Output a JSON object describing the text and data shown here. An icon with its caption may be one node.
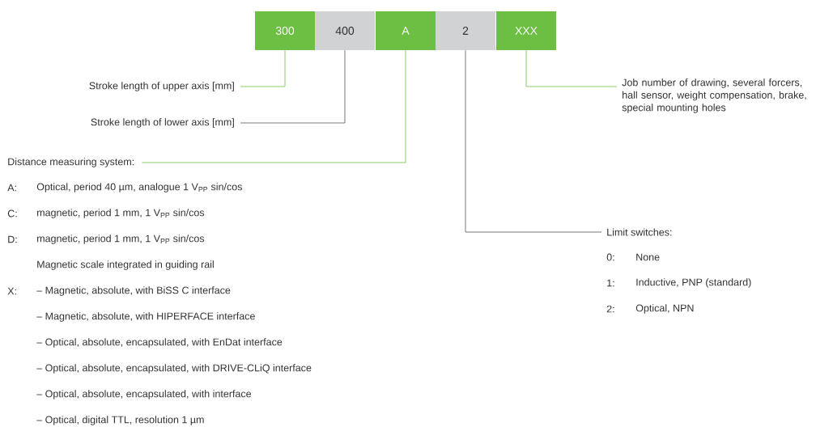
{
  "diagram": {
    "nodes": [
      {
        "text": [
          "300"
        ]
      },
      {
        "text": [
          "400"
        ]
      },
      {
        "text": [
          "A"
        ]
      },
      {
        "text": [
          "2"
        ]
      },
      {
        "text": [
          "XXX"
        ]
      },
      {
        "text": [
          "Stroke length of upper axis [mm]"
        ]
      },
      {
        "text": [
          "Stroke length of lower axis [mm]"
        ]
      },
      {
        "text": [
          "Distance measuring system:"
        ]
      },
      {
        "text": [
          "Job number of drawing, several forcers, hall sensor, weight compensation, brake, special mounting holes"
        ]
      },
      {
        "text": [
          "Limit switches:"
        ]
      }
    ],
    "edges": [
      {
        "from": 5,
        "to": 0,
        "arrow": "none"
      },
      {
        "from": 6,
        "to": 1,
        "arrow": "none",
        "color": "#555555"
      },
      {
        "from": 7,
        "to": 2,
        "arrow": "none"
      },
      {
        "from": 9,
        "to": 3,
        "arrow": "none",
        "color": "#555555"
      },
      {
        "from": 8,
        "to": 4,
        "arrow": "none"
      }
    ],
    "labels": [
      "A:",
      "Optical, period 40 µm, analogue 1 V$_{PP}$ sin/cos",
      "C:",
      "magnetic, period 1 mm, 1 V$_{PP}$ sin/cos",
      "D:",
      "magnetic, period 1 mm, 1 V$_{PP}$ sin/cos",
      "Magnetic scale integrated in guiding rail",
      "X:",
      "– Magnetic, absolute, with BiSS C interface",
      "– Magnetic, absolute, with HIPERFACE interface",
      "– Optical, absolute, encapsulated, with EnDat interface",
      "– Optical, absolute, encapsulated, with DRIVE-CLiQ interface",
      "– Optical, absolute, encapsulated, with interface",
      "– Optical, digital TTL, resolution 1 µm",
      "0:",
      "None",
      "1:",
      "Inductive, PNP (standard)",
      "2:",
      "Optical, NPN"
    ]
  }
}
